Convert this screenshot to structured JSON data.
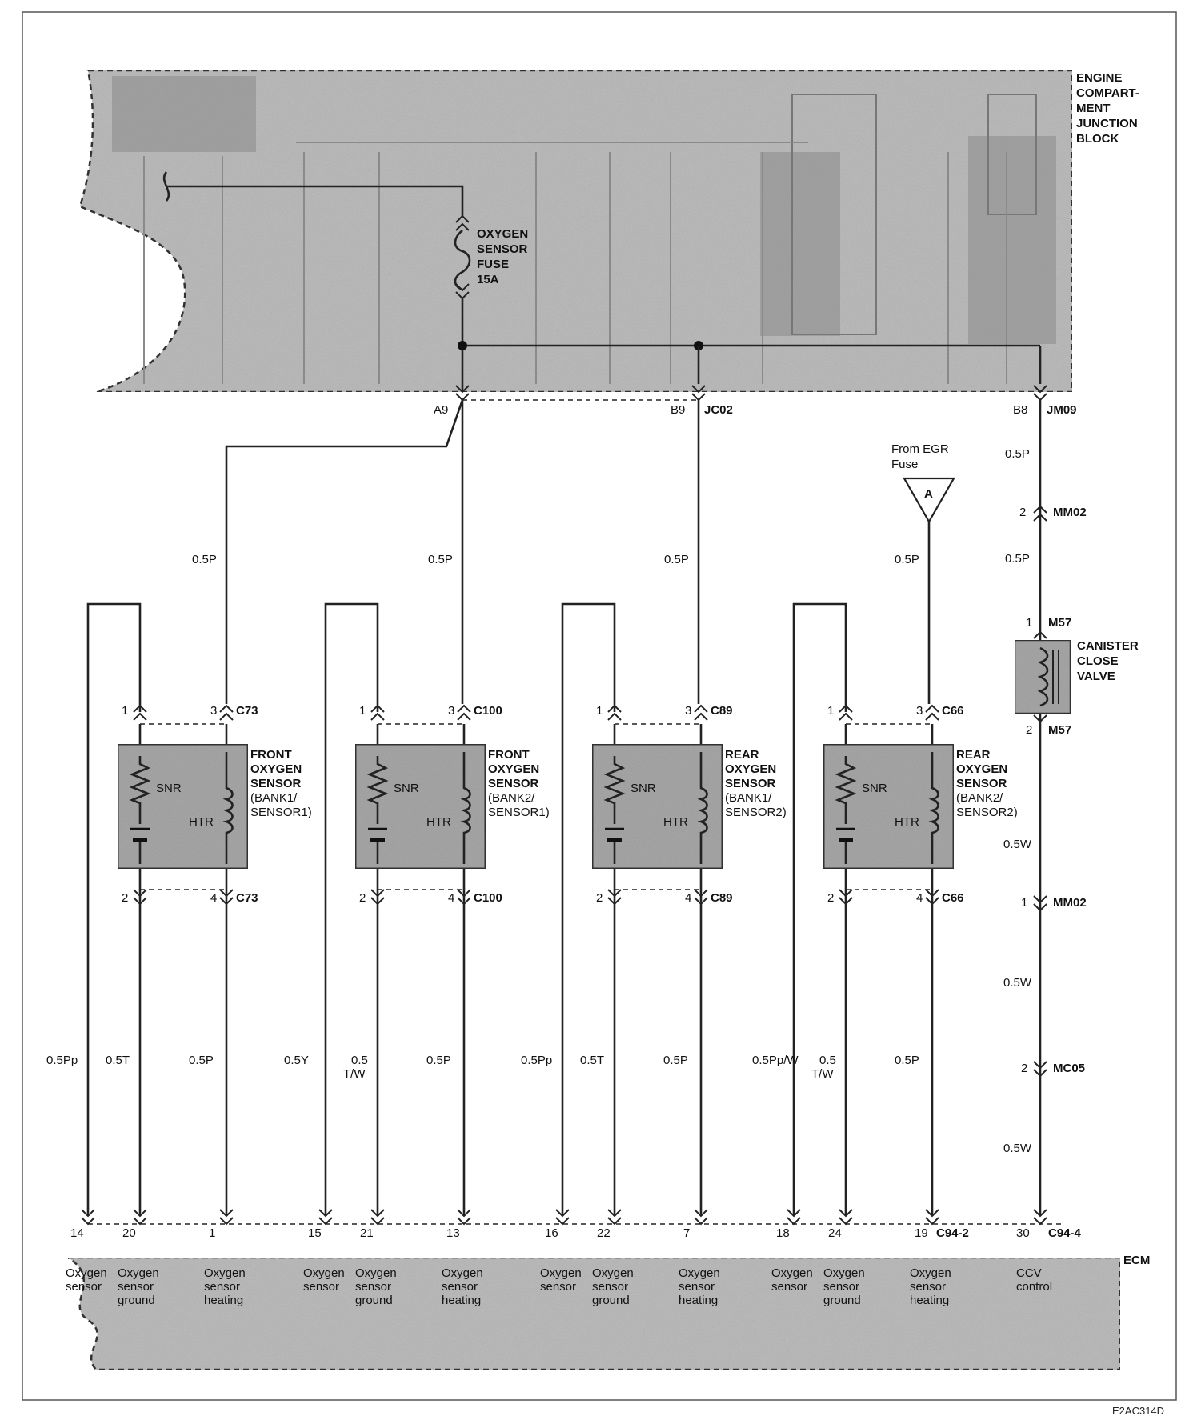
{
  "junction_block": {
    "title_lines": [
      "ENGINE",
      "COMPART-",
      "MENT",
      "JUNCTION",
      "BLOCK"
    ],
    "fuse_lines": [
      "OXYGEN",
      "SENSOR",
      "FUSE",
      "15A"
    ],
    "pins": {
      "a9": "A9",
      "b9": "B9",
      "jc02": "JC02",
      "b8": "B8",
      "jm09": "JM09"
    }
  },
  "egr_source": {
    "lines": [
      "From EGR",
      "Fuse"
    ],
    "marker": "A"
  },
  "sensors": [
    {
      "name_lines": [
        "FRONT",
        "OXYGEN",
        "SENSOR",
        "(BANK1/",
        "SENSOR1)"
      ],
      "connector": "C73",
      "pin_top_sig": "1",
      "pin_top_htr": "3",
      "pin_bot_sig": "2",
      "pin_bot_htr": "4",
      "snr": "SNR",
      "htr": "HTR",
      "feed_wire": "0.5P",
      "wire_sensor": "0.5Pp",
      "wire_ground": "0.5T",
      "wire_heat": "0.5P",
      "ecm_pins": [
        "14",
        "20",
        "1"
      ]
    },
    {
      "name_lines": [
        "FRONT",
        "OXYGEN",
        "SENSOR",
        "(BANK2/",
        "SENSOR1)"
      ],
      "connector": "C100",
      "pin_top_sig": "1",
      "pin_top_htr": "3",
      "pin_bot_sig": "2",
      "pin_bot_htr": "4",
      "snr": "SNR",
      "htr": "HTR",
      "feed_wire": "0.5P",
      "wire_sensor": "0.5Y",
      "wire_ground": "0.5 T/W",
      "wire_heat": "0.5P",
      "ecm_pins": [
        "15",
        "21",
        "13"
      ]
    },
    {
      "name_lines": [
        "REAR",
        "OXYGEN",
        "SENSOR",
        "(BANK1/",
        "SENSOR2)"
      ],
      "connector": "C89",
      "pin_top_sig": "1",
      "pin_top_htr": "3",
      "pin_bot_sig": "2",
      "pin_bot_htr": "4",
      "snr": "SNR",
      "htr": "HTR",
      "feed_wire": "0.5P",
      "wire_sensor": "0.5Pp",
      "wire_ground": "0.5T",
      "wire_heat": "0.5P",
      "ecm_pins": [
        "16",
        "22",
        "7"
      ]
    },
    {
      "name_lines": [
        "REAR",
        "OXYGEN",
        "SENSOR",
        "(BANK2/",
        "SENSOR2)"
      ],
      "connector": "C66",
      "pin_top_sig": "1",
      "pin_top_htr": "3",
      "pin_bot_sig": "2",
      "pin_bot_htr": "4",
      "snr": "SNR",
      "htr": "HTR",
      "feed_wire": "0.5P",
      "wire_sensor": "0.5Pp/W",
      "wire_ground": "0.5 T/W",
      "wire_heat": "0.5P",
      "ecm_pins": [
        "18",
        "24",
        "19"
      ]
    }
  ],
  "canister": {
    "name_lines": [
      "CANISTER",
      "CLOSE",
      "VALVE"
    ],
    "wire_1": "0.5P",
    "pin_mm02_top": "2",
    "mm02": "MM02",
    "wire_2": "0.5P",
    "pin_m57_top": "1",
    "m57": "M57",
    "pin_m57_bot": "2",
    "wire_3": "0.5W",
    "pin_mm02_bot": "1",
    "wire_4": "0.5W",
    "pin_mc05": "2",
    "mc05": "MC05",
    "wire_5": "0.5W"
  },
  "ecm": {
    "title": "ECM",
    "connector_mid": "C94-2",
    "connector_right": "C94-4",
    "ccv_pin": "30",
    "labels": [
      [
        "Oxygen",
        "sensor"
      ],
      [
        "Oxygen",
        "sensor",
        "ground"
      ],
      [
        "Oxygen",
        "sensor",
        "heating"
      ],
      [
        "Oxygen",
        "sensor"
      ],
      [
        "Oxygen",
        "sensor",
        "ground"
      ],
      [
        "Oxygen",
        "sensor",
        "heating"
      ],
      [
        "Oxygen",
        "sensor"
      ],
      [
        "Oxygen",
        "sensor",
        "ground"
      ],
      [
        "Oxygen",
        "sensor",
        "heating"
      ],
      [
        "Oxygen",
        "sensor"
      ],
      [
        "Oxygen",
        "sensor",
        "ground"
      ],
      [
        "Oxygen",
        "sensor",
        "heating"
      ],
      [
        "CCV",
        "control"
      ]
    ]
  },
  "figure_code": "E2AC314D",
  "colors": {
    "block_fill": "#bdbdbd",
    "sensor_fill": "#a8a8a8",
    "wire": "#222222"
  }
}
